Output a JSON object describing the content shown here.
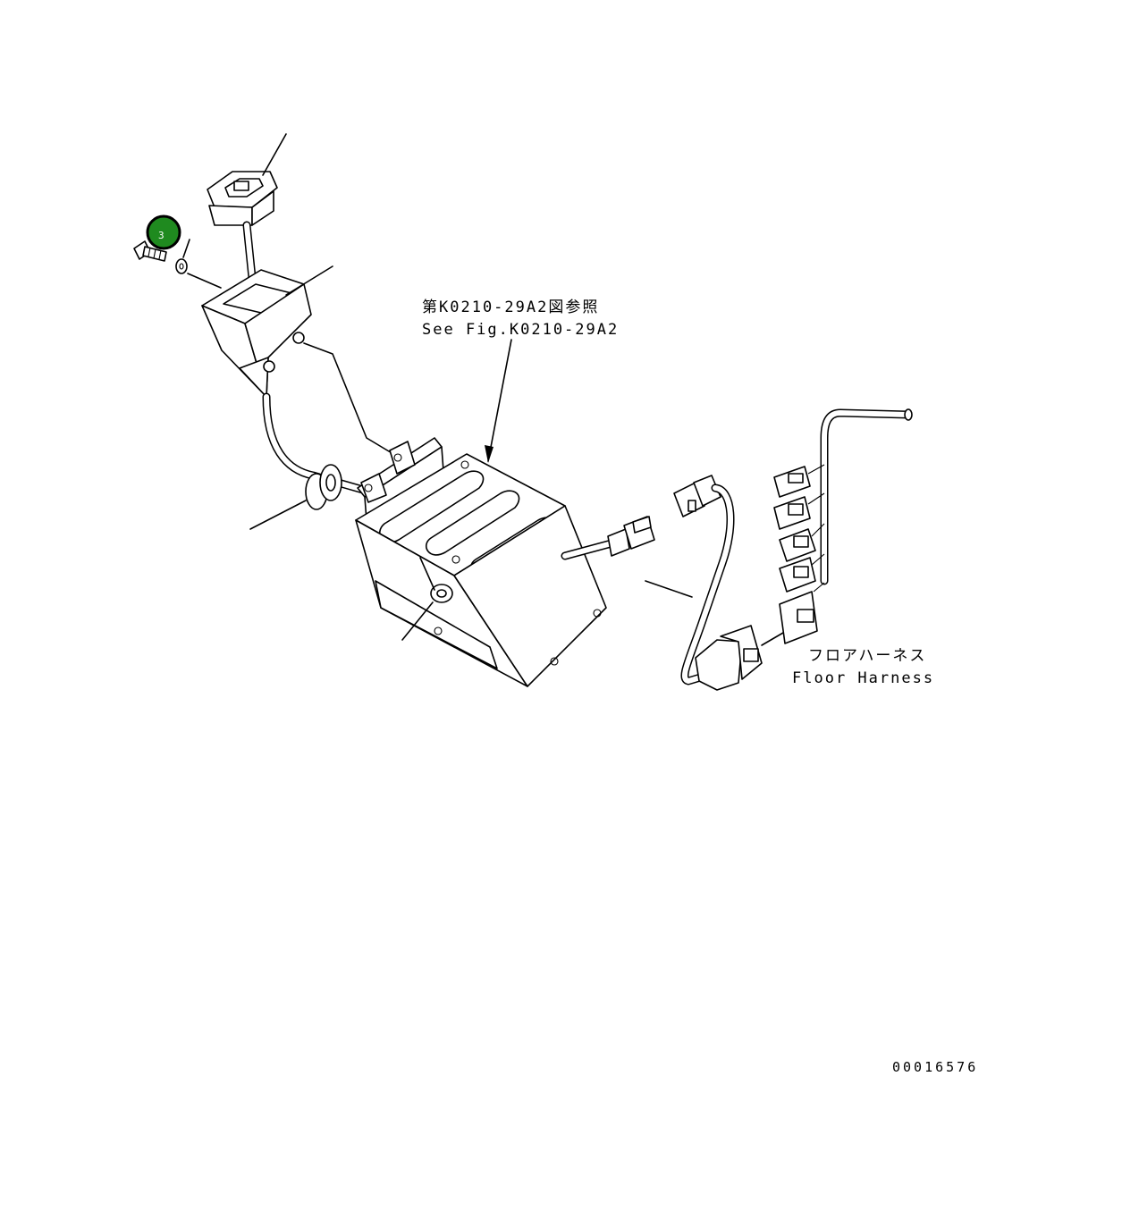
{
  "callout": {
    "item_number": "3",
    "color": "#1f8a1f"
  },
  "reference_note": {
    "line_jp": "第K0210-29A2図参照",
    "line_en": "See Fig.K0210-29A2"
  },
  "floor_harness": {
    "label_jp": "フロアハーネス",
    "label_en": "Floor Harness"
  },
  "drawing_number": "00016576"
}
